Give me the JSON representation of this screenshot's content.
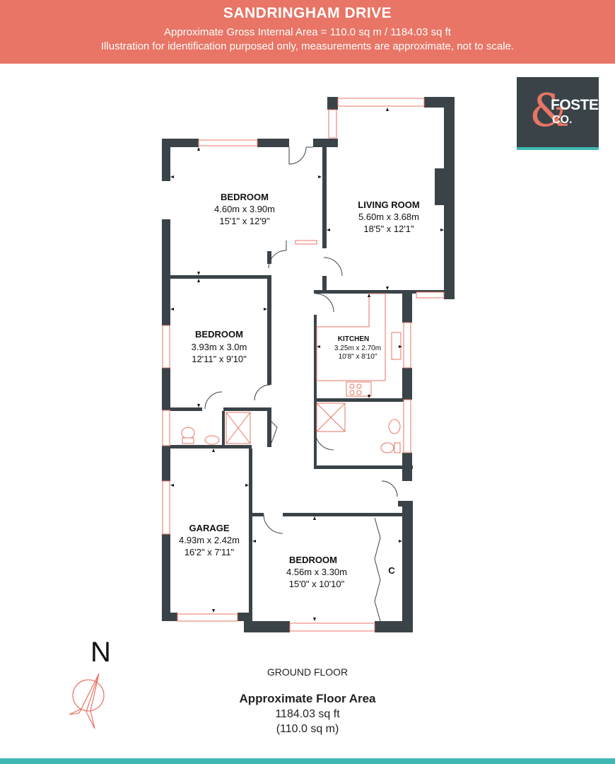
{
  "header": {
    "title": "SANDRINGHAM DRIVE",
    "gross_area": "Approximate Gross Internal Area = 110.0 sq m / 1184.03 sq ft",
    "disclaimer": "Illustration for identification purposed only, measurements are approximate, not to scale."
  },
  "logo": {
    "amp": "&",
    "word1": "FOSTER",
    "word2": "CO."
  },
  "colors": {
    "banner": "#e87565",
    "wall": "#3a4348",
    "window": "#e87565",
    "accent": "#3fb8b4"
  },
  "rooms": {
    "bedroom1": {
      "name": "BEDROOM",
      "metric": "4.60m x 3.90m",
      "imperial": "15'1\" x 12'9\""
    },
    "living": {
      "name": "LIVING ROOM",
      "metric": "5.60m x 3.68m",
      "imperial": "18'5\" x 12'1\""
    },
    "bedroom2": {
      "name": "BEDROOM",
      "metric": "3.93m x 3.0m",
      "imperial": "12'11\" x 9'10\""
    },
    "kitchen": {
      "name": "KITCHEN",
      "metric": "3.25m x 2.70m",
      "imperial": "10'8\" x 8'10\""
    },
    "garage": {
      "name": "GARAGE",
      "metric": "4.93m x 2.42m",
      "imperial": "16'2\" x 7'11\""
    },
    "bedroom3": {
      "name": "BEDROOM",
      "metric": "4.56m x 3.30m",
      "imperial": "15'0\" x 10'10\""
    },
    "cupboard": {
      "name": "C"
    }
  },
  "compass": {
    "label": "N",
    "icon": "north-arrow-icon"
  },
  "floor": {
    "label": "GROUND FLOOR"
  },
  "area": {
    "title": "Approximate Floor Area",
    "sqft": "1184.03 sq ft",
    "sqm": "(110.0 sq m)"
  }
}
